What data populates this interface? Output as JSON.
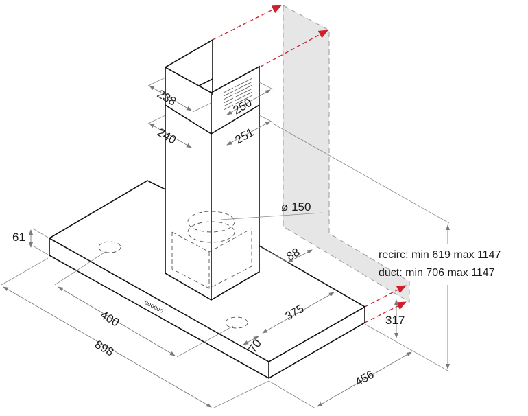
{
  "diagram": {
    "type": "technical-dimension-drawing",
    "subject": "chimney cooker hood",
    "units": "mm",
    "colors": {
      "outline": "#111111",
      "dimension_line": "#7a7a7a",
      "wall_fill": "#e6e6e6",
      "arrow_red": "#d0202a",
      "background": "#ffffff"
    },
    "dimensions": {
      "upper_chimney_depth": "238",
      "upper_chimney_width": "250",
      "lower_chimney_depth": "240",
      "lower_chimney_width": "251",
      "outlet_diameter": "ø 150",
      "wall_offset": "88",
      "canopy_thickness": "61",
      "control_offset": "400",
      "total_width": "898",
      "chimney_offset": "375",
      "rear_offset": "70",
      "wall_height": "317",
      "total_depth": "456"
    },
    "height_notes": {
      "recirc": "recirc: min 619 max 1147",
      "duct": "duct: min 706 max 1147"
    },
    "controls": {
      "buttons_glyph": "oooooo"
    }
  }
}
